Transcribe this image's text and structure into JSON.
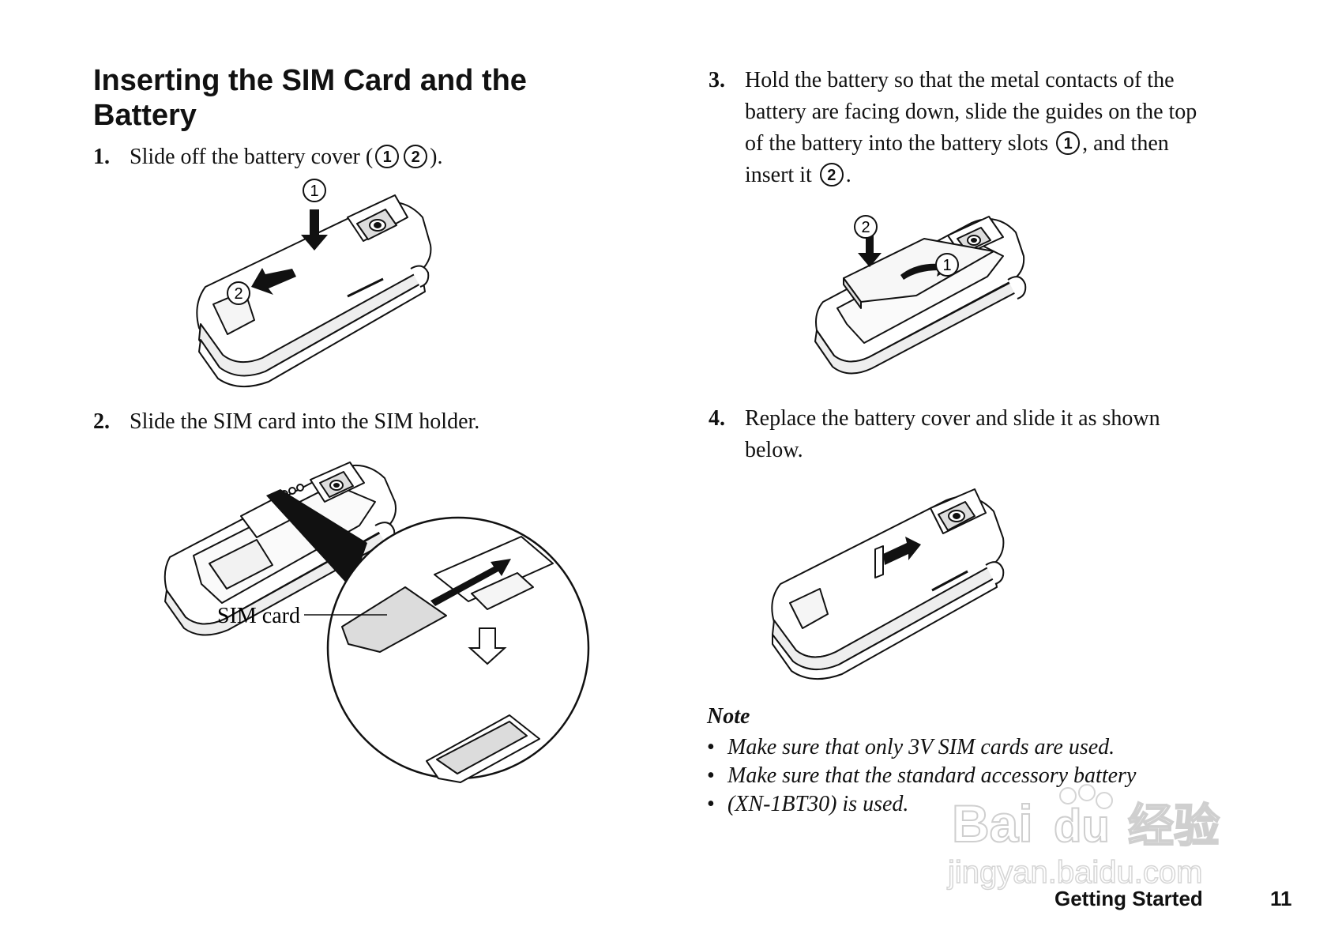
{
  "title": "Inserting the SIM Card and the Battery",
  "steps": [
    {
      "num": "1.",
      "text_before": "Slide off the battery cover (",
      "markers": [
        "1",
        "2"
      ],
      "text_after": ")."
    },
    {
      "num": "2.",
      "text": "Slide the SIM card into the SIM holder."
    },
    {
      "num": "3.",
      "line1": "Hold the battery so that the metal contacts of the",
      "line2": "battery are facing down, slide the guides on the top",
      "line3_before": "of the battery into the battery slots",
      "marker_a": "1",
      "line3_after": ", and then",
      "line4_before": "insert it",
      "marker_b": "2",
      "line4_after": "."
    },
    {
      "num": "4.",
      "line1": "Replace the battery cover and slide it as shown",
      "line2": "below."
    }
  ],
  "fig1": {
    "label1": "1",
    "label2": "2"
  },
  "fig2": {
    "sim_label": "SIM card"
  },
  "fig3": {
    "label1": "1",
    "label2": "2"
  },
  "note": {
    "title": "Note",
    "items": [
      "Make sure that only 3V SIM cards are used.",
      "Make sure that the standard accessory battery",
      "(XN-1BT30) is used."
    ]
  },
  "footer": {
    "section": "Getting Started",
    "page": "11"
  },
  "watermark": {
    "brand": "Bai",
    "brand2": "du",
    "cn": "经验",
    "url": "jingyan.baidu.com"
  }
}
